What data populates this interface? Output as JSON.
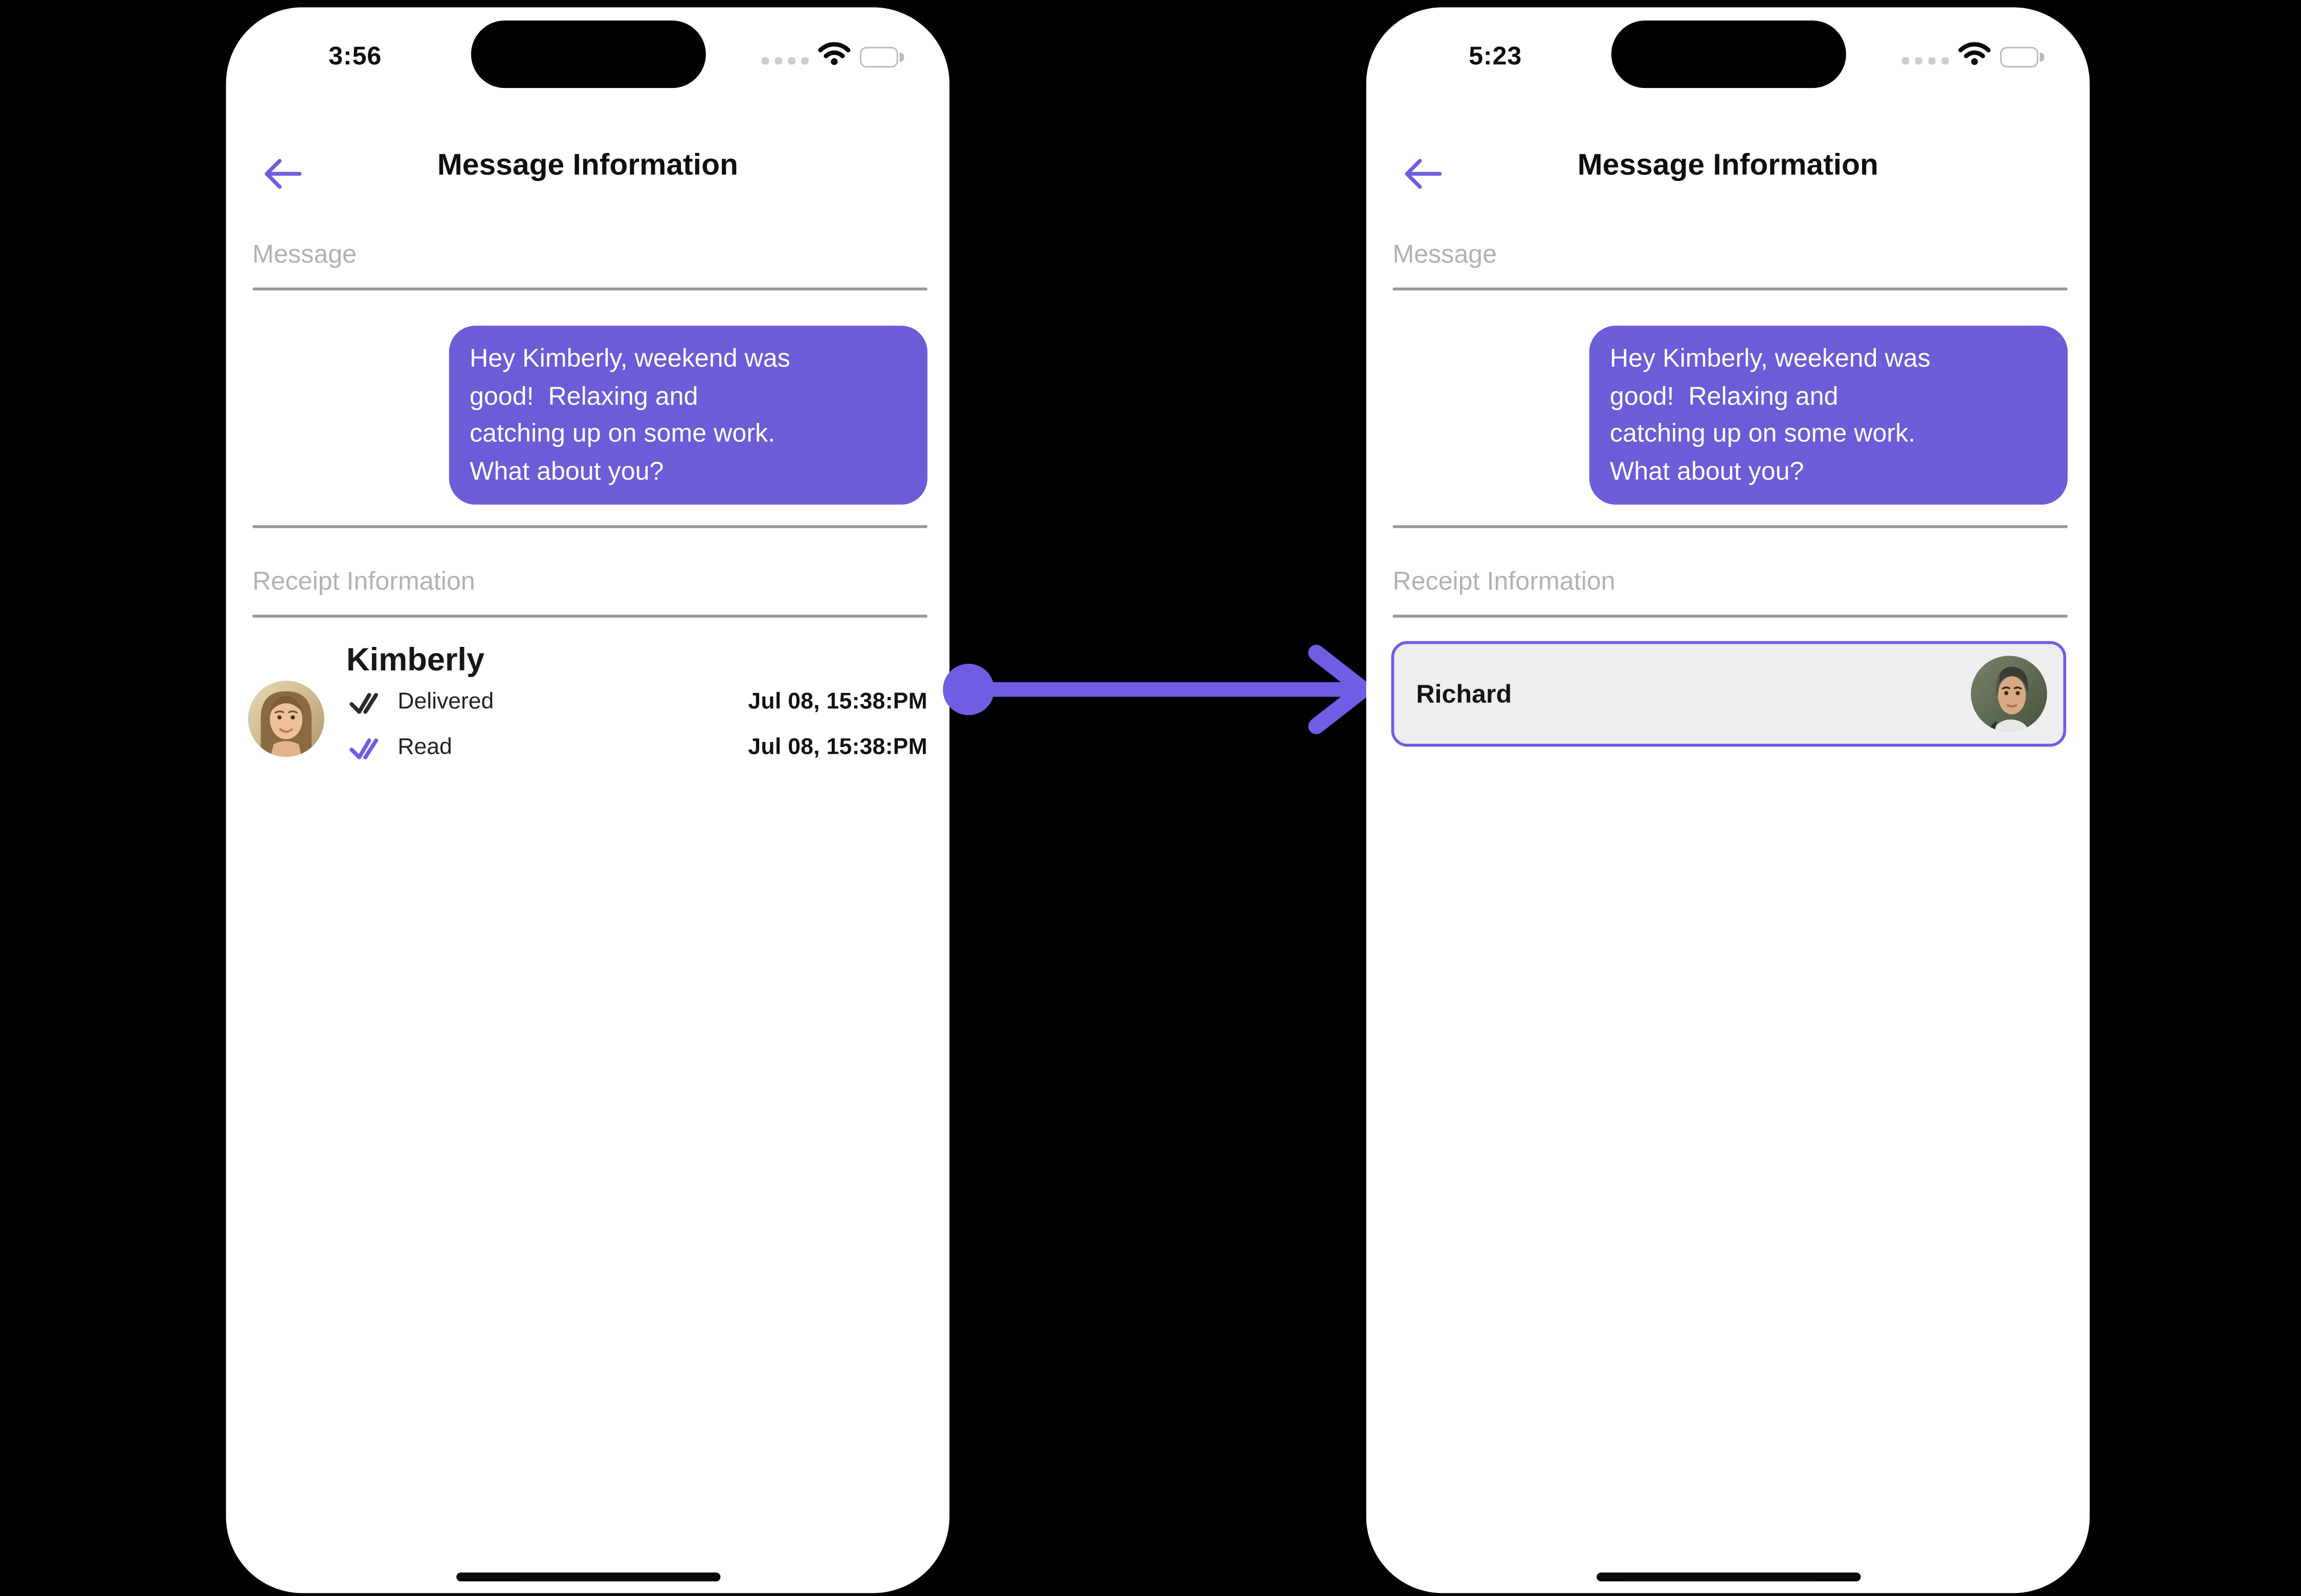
{
  "colors": {
    "bg": "#000000",
    "phone": "#ffffff",
    "accent": "#6e5ee4",
    "bubble": "#6b5cd8",
    "label": "#b2b2b5",
    "divider": "#9a9a9d",
    "cardbg": "#eeeef0",
    "checkdark": "#2b2b2e"
  },
  "icons": {
    "back": "arrow-left",
    "cellular": "cellular-signal-dots",
    "wifi": "wifi",
    "battery": "battery-full",
    "delivered": "double-check",
    "read": "double-check",
    "transition": "circle-arrow-right",
    "home": "home-indicator-bar"
  },
  "phone_left": {
    "status_bar": {
      "time": "3:56"
    },
    "header": {
      "title": "Message Information"
    },
    "message_section": {
      "label": "Message",
      "bubble_text": "Hey Kimberly, weekend was\ngood!  Relaxing and\ncatching up on some work.\nWhat about you?"
    },
    "receipt_section": {
      "label": "Receipt Information",
      "contact_name": "Kimberly",
      "avatar": "woman-portrait-photo",
      "statuses": [
        {
          "label": "Delivered",
          "timestamp": "Jul 08, 15:38:PM"
        },
        {
          "label": "Read",
          "timestamp": "Jul 08, 15:38:PM"
        }
      ]
    }
  },
  "phone_right": {
    "status_bar": {
      "time": "5:23"
    },
    "header": {
      "title": "Message Information"
    },
    "message_section": {
      "label": "Message",
      "bubble_text": "Hey Kimberly, weekend was\ngood!  Relaxing and\ncatching up on some work.\nWhat about you?"
    },
    "receipt_section": {
      "label": "Receipt Information",
      "contact_name": "Richard",
      "avatar": "man-portrait-photo"
    }
  }
}
